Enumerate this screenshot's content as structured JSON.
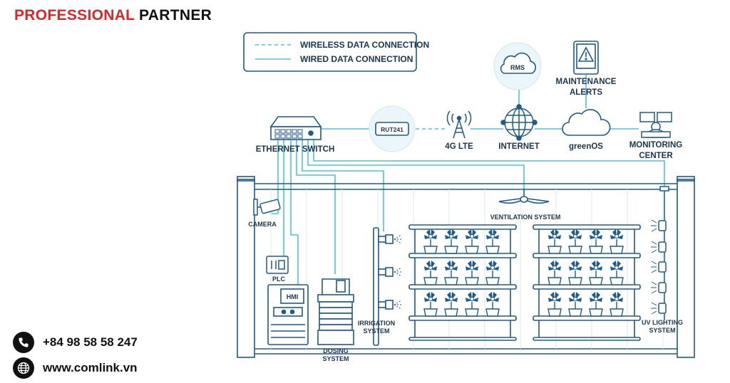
{
  "header": {
    "brand_red": "PROFESSIONAL",
    "brand_black": "PARTNER"
  },
  "legend": {
    "wireless": "WIRELESS DATA CONNECTION",
    "wired": "WIRED DATA CONNECTION"
  },
  "nodes": {
    "ethernet_switch": "ETHERNET SWITCH",
    "router": "RUT241",
    "lte": "4G LTE",
    "internet": "INTERNET",
    "rms": "RMS",
    "maintenance_1": "MAINTENANCE",
    "maintenance_2": "ALERTS",
    "greenos": "greenOS",
    "monitoring_1": "MONITORING",
    "monitoring_2": "CENTER"
  },
  "container": {
    "camera": "CAMERA",
    "plc": "PLC",
    "hmi": "HMI",
    "dosing_1": "DOSING",
    "dosing_2": "SYSTEM",
    "irrigation_1": "IRRIGATION",
    "irrigation_2": "SYSTEM",
    "ventilation": "VENTILATION SYSTEM",
    "uv_1": "UV LIGHTING",
    "uv_2": "SYSTEM"
  },
  "contact": {
    "phone": "+84 98 58 58 247",
    "website": "www.comlink.vn"
  },
  "colors": {
    "line": "#1e5a8c",
    "accent": "#4fc3d9",
    "brand_red": "#d62828",
    "text": "#1a3550"
  }
}
